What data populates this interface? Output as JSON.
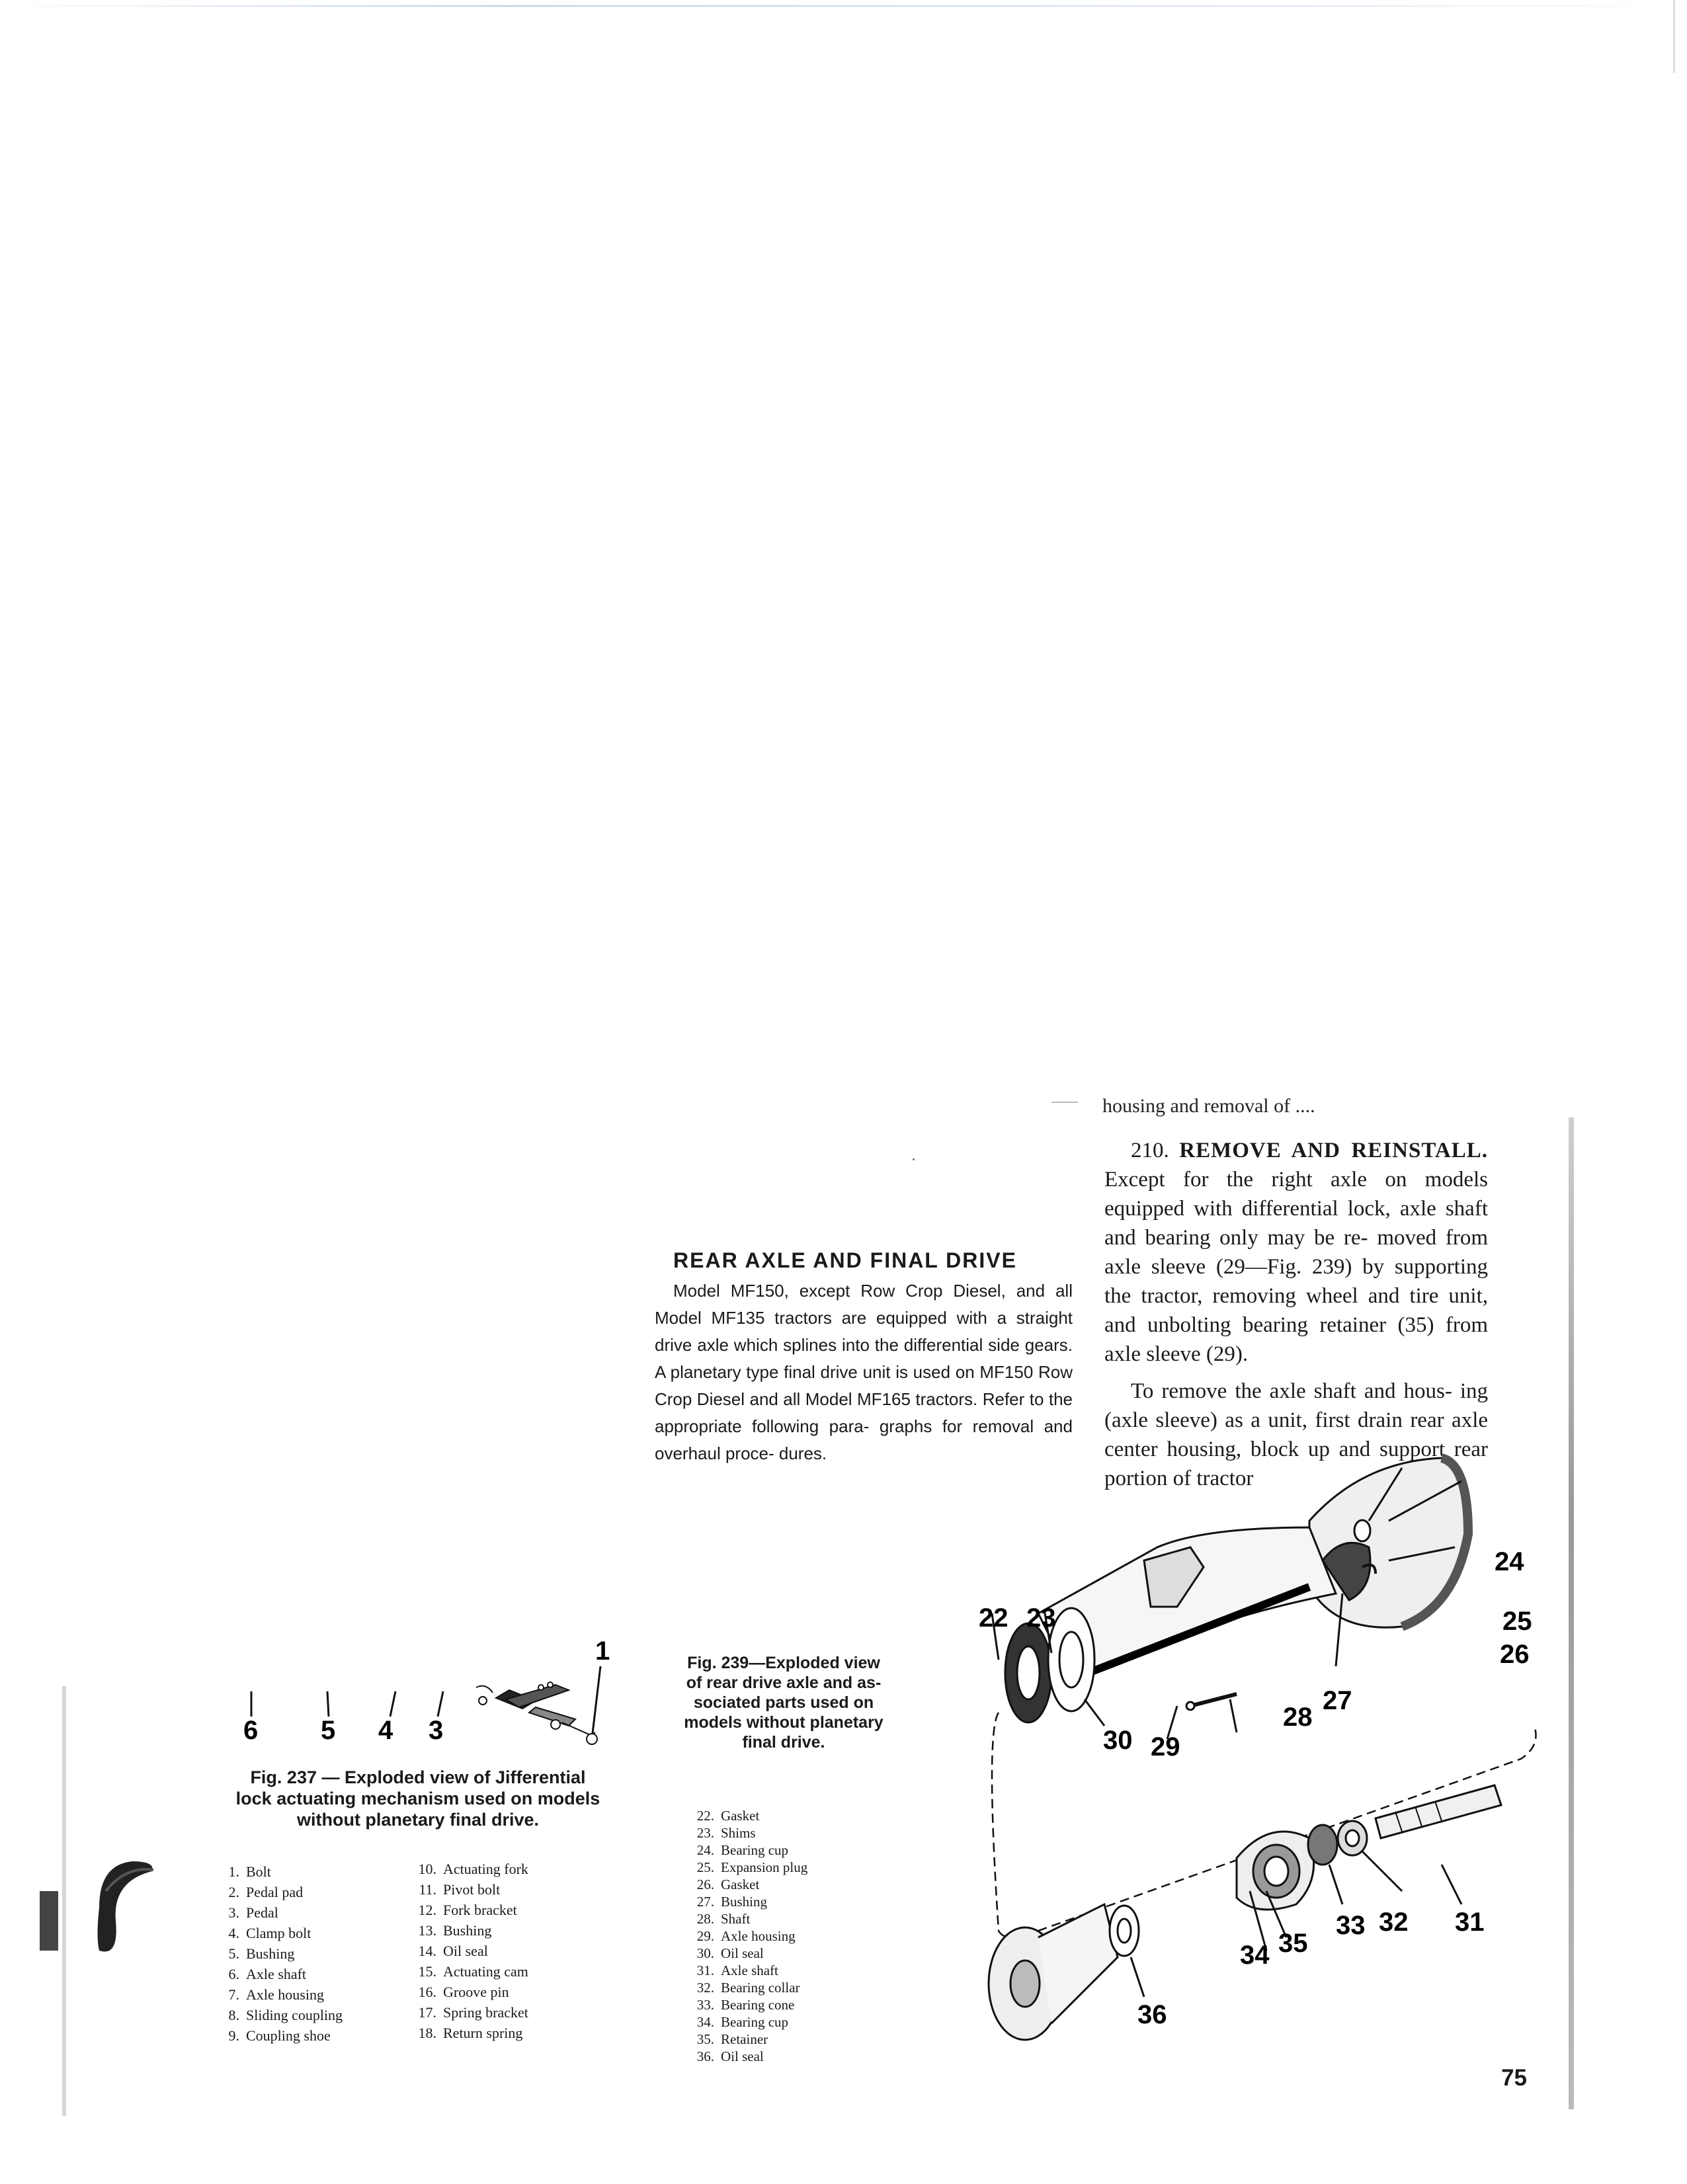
{
  "cut_line": "housing and removal of ....",
  "paragraph_210": {
    "number": "210.",
    "heading": "REMOVE AND REINSTALL.",
    "lines": [
      "Except for the right axle on models",
      "equipped with differential lock, axle",
      "shaft and bearing only may be re-",
      "moved from axle sleeve (29—Fig. 239)",
      "by supporting the tractor, removing",
      "wheel and tire unit, and unbolting",
      "bearing retainer (35) from axle sleeve",
      "(29)."
    ],
    "para2_lines": [
      "To remove the axle shaft and hous-",
      "ing (axle sleeve) as a unit, first drain",
      "rear axle center housing, block up",
      "and support rear portion of tractor"
    ]
  },
  "section": {
    "title": "REAR AXLE AND FINAL DRIVE",
    "body_lines": [
      "Model MF150, except Row Crop Diesel,",
      "and all Model MF135 tractors are equipped",
      "with a straight drive axle which splines",
      "into the differential side gears. A planetary",
      "type final drive unit is used on MF150 Row",
      "Crop Diesel and all Model MF165 tractors.",
      "Refer to the appropriate following para-",
      "graphs for removal and overhaul proce-",
      "dures."
    ]
  },
  "fig237": {
    "callouts": [
      "1",
      "6",
      "5",
      "4",
      "3"
    ],
    "caption_lines": [
      "Fig. 237 — Exploded view of Jifferential",
      "lock actuating mechanism used on models",
      "without planetary final drive."
    ],
    "legend_left": [
      {
        "num": "1.",
        "label": "Bolt"
      },
      {
        "num": "2.",
        "label": "Pedal pad"
      },
      {
        "num": "3.",
        "label": "Pedal"
      },
      {
        "num": "4.",
        "label": "Clamp bolt"
      },
      {
        "num": "5.",
        "label": "Bushing"
      },
      {
        "num": "6.",
        "label": "Axle shaft"
      },
      {
        "num": "7.",
        "label": "Axle housing"
      },
      {
        "num": "8.",
        "label": "Sliding coupling"
      },
      {
        "num": "9.",
        "label": "Coupling shoe"
      }
    ],
    "legend_right": [
      {
        "num": "10.",
        "label": "Actuating fork"
      },
      {
        "num": "11.",
        "label": "Pivot bolt"
      },
      {
        "num": "12.",
        "label": "Fork bracket"
      },
      {
        "num": "13.",
        "label": "Bushing"
      },
      {
        "num": "14.",
        "label": "Oil seal"
      },
      {
        "num": "15.",
        "label": "Actuating cam"
      },
      {
        "num": "16.",
        "label": "Groove pin"
      },
      {
        "num": "17.",
        "label": "Spring bracket"
      },
      {
        "num": "18.",
        "label": "Return spring"
      }
    ]
  },
  "fig239": {
    "caption_lines": [
      "Fig. 239—Exploded view",
      "of rear drive axle and as-",
      "sociated parts used on",
      "models without planetary",
      "final drive."
    ],
    "legend": [
      {
        "num": "22.",
        "label": "Gasket"
      },
      {
        "num": "23.",
        "label": "Shims"
      },
      {
        "num": "24.",
        "label": "Bearing cup"
      },
      {
        "num": "25.",
        "label": "Expansion plug"
      },
      {
        "num": "26.",
        "label": "Gasket"
      },
      {
        "num": "27.",
        "label": "Bushing"
      },
      {
        "num": "28.",
        "label": "Shaft"
      },
      {
        "num": "29.",
        "label": "Axle housing"
      },
      {
        "num": "30.",
        "label": "Oil seal"
      },
      {
        "num": "31.",
        "label": "Axle shaft"
      },
      {
        "num": "32.",
        "label": "Bearing collar"
      },
      {
        "num": "33.",
        "label": "Bearing cone"
      },
      {
        "num": "34.",
        "label": "Bearing cup"
      },
      {
        "num": "35.",
        "label": "Retainer"
      },
      {
        "num": "36.",
        "label": "Oil seal"
      }
    ],
    "callouts": {
      "c22": "22",
      "c23": "23",
      "c24": "24",
      "c25": "25",
      "c26": "26",
      "c27": "27",
      "c28": "28",
      "c29": "29",
      "c30": "30",
      "c31": "31",
      "c32": "32",
      "c33": "33",
      "c34": "34",
      "c35": "35",
      "c36": "36"
    }
  },
  "page_number": "75"
}
